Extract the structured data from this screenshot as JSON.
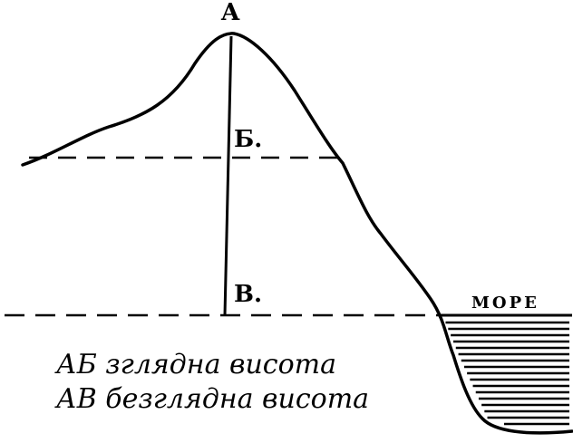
{
  "points": {
    "summit": "A",
    "intersection": "Б.",
    "base": "В."
  },
  "sea_label": "МОРЕ",
  "legend": {
    "line1": "АБ зглядна висота",
    "line2": "АВ безглядна висота"
  }
}
